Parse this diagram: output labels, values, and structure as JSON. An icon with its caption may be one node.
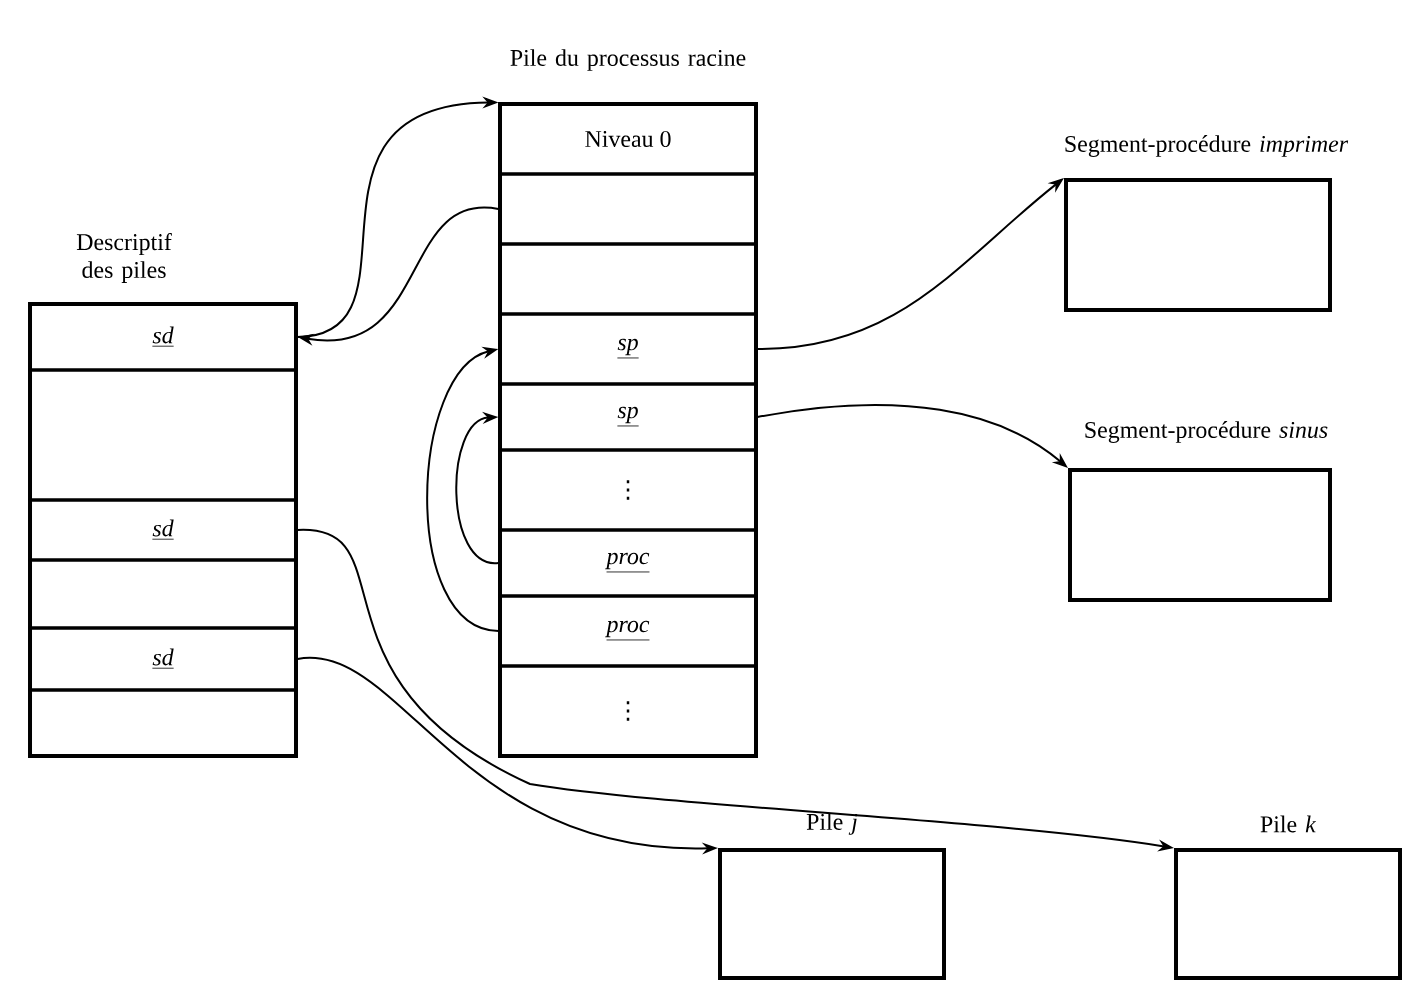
{
  "diagram": {
    "nodes": [
      {
        "text": [
          "Descriptif des piles"
        ]
      },
      {
        "text": [
          "sd"
        ],
        "in": 0
      },
      {
        "text": [],
        "shape": "box",
        "in": 0
      },
      {
        "text": [
          "sd"
        ],
        "in": 0
      },
      {
        "text": [],
        "shape": "box",
        "in": 0
      },
      {
        "text": [
          "sd"
        ],
        "in": 0
      },
      {
        "text": [],
        "shape": "box",
        "in": 0
      },
      {
        "text": [
          "Pile du processus racine"
        ]
      },
      {
        "text": [
          "Niveau 0"
        ],
        "in": 7
      },
      {
        "text": [],
        "shape": "box",
        "in": 7
      },
      {
        "text": [],
        "shape": "box",
        "in": 7
      },
      {
        "text": [
          "sp"
        ],
        "in": 7
      },
      {
        "text": [
          "sp"
        ],
        "in": 7
      },
      {
        "text": [
          "⋮"
        ],
        "in": 7
      },
      {
        "text": [
          "proc"
        ],
        "in": 7
      },
      {
        "text": [
          "proc"
        ],
        "in": 7
      },
      {
        "text": [
          "⋮"
        ],
        "in": 7
      },
      {
        "text": [
          "Segment-procédure *imprimer*"
        ]
      },
      {
        "text": [
          "Segment-procédure *sinus*"
        ]
      },
      {
        "text": [
          "Pile *j*"
        ]
      },
      {
        "text": [
          "Pile *k*"
        ]
      }
    ],
    "edges": [
      {
        "from": 1,
        "to": 8,
        "arrow": "to"
      },
      {
        "from": 9,
        "to": 1,
        "arrow": "to"
      },
      {
        "from": 11,
        "to": 17,
        "arrow": "to"
      },
      {
        "from": 12,
        "to": 18,
        "arrow": "to"
      },
      {
        "from": 15,
        "to": 11,
        "arrow": "to"
      },
      {
        "from": 14,
        "to": 12,
        "arrow": "to"
      },
      {
        "from": 3,
        "to": 20,
        "arrow": "to"
      },
      {
        "from": 5,
        "to": 19,
        "arrow": "to"
      }
    ]
  }
}
